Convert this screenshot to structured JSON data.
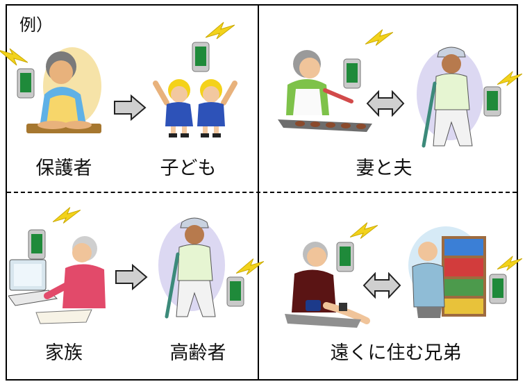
{
  "example_label": "例）",
  "panels": [
    {
      "left_label": "保護者",
      "right_label": "子ども",
      "relation": "one-way-arrow"
    },
    {
      "pair_label": "妻と夫",
      "relation": "two-way-arrow"
    },
    {
      "left_label": "家族",
      "right_label": "高齢者",
      "relation": "one-way-arrow"
    },
    {
      "pair_label": "遠くに住む兄弟",
      "relation": "two-way-arrow"
    }
  ],
  "icons": [
    "mobile-phone-icon",
    "signal-lightning-icon",
    "right-arrow-icon",
    "double-arrow-icon"
  ],
  "colors": {
    "phone_body": "#c9c9c9",
    "phone_screen": "#1f8a3a",
    "signal": "#f2d21b",
    "arrow_fill": "#cfcfcf"
  }
}
